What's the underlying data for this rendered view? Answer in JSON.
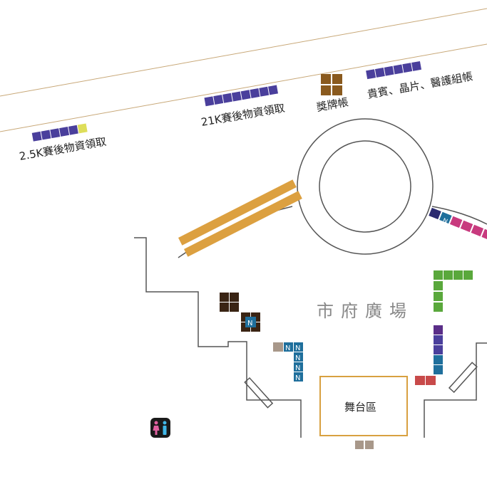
{
  "labels": {
    "zone_2_5k": "2.5K賽後物資領取",
    "zone_21k": "21K賽後物資領取",
    "medal": "獎牌帳",
    "vip": "貴賓、晶片、醫護組帳",
    "plaza": "市府廣場",
    "stage": "舞台區"
  },
  "marker": {
    "n": "N"
  },
  "colors": {
    "indigo": "#4a3f9c",
    "yellow": "#dede5a",
    "brown": "#8a5a1e",
    "dark_brown": "#3a2414",
    "orange": "#dca040",
    "green": "#5aa83c",
    "teal_blue": "#1f6f9c",
    "magenta": "#c83a7e",
    "navy": "#2a2a70",
    "purple": "#5a2e88",
    "red": "#c84a4a",
    "taupe": "#a8988a",
    "stage_border": "#d8a040",
    "road": "#c8a878",
    "wall": "#555555"
  }
}
